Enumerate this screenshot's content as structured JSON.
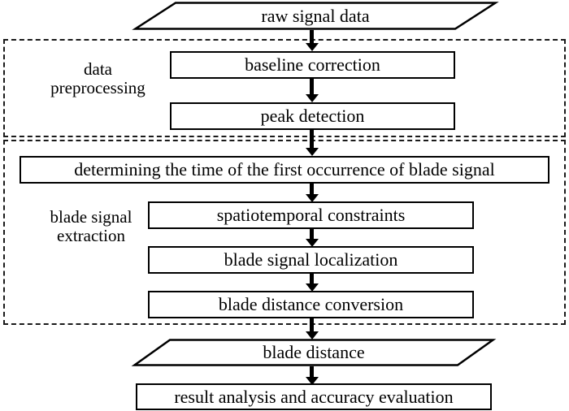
{
  "diagram": {
    "title": "blade signal processing flowchart",
    "type": "flowchart",
    "colors": {
      "stroke": "#000000",
      "group_stroke": "#1a1a1a",
      "background": "#ffffff"
    },
    "nodes": {
      "raw_signal_data": "raw signal data",
      "baseline_correction": "baseline correction",
      "peak_detection": "peak detection",
      "determining_first_occurrence": "determining the time of the first occurrence of blade signal",
      "spatiotemporal_constraints": "spatiotemporal constraints",
      "blade_signal_localization": "blade signal localization",
      "blade_distance_conversion": "blade distance conversion",
      "blade_distance": "blade distance",
      "result_analysis": "result analysis and accuracy evaluation"
    },
    "groups": {
      "data_preprocessing": "data\npreprocessing",
      "blade_signal_extraction": "blade signal\nextraction"
    }
  }
}
